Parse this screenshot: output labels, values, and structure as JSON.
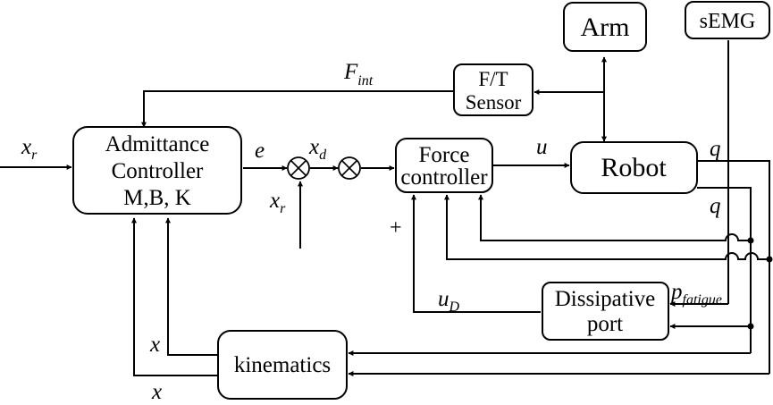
{
  "blocks": {
    "arm": "Arm",
    "semg": "sEMG",
    "ft_sensor": [
      "F/T",
      "Sensor"
    ],
    "admittance": [
      "Admittance",
      "Controller",
      "M,B, K"
    ],
    "force_controller": [
      "Force",
      "controller"
    ],
    "robot": "Robot",
    "dissipative": [
      "Dissipative",
      "port"
    ],
    "kinematics": "kinematics"
  },
  "signals": {
    "x_r_input": {
      "base": "x",
      "sub": "r"
    },
    "x_r_sum": {
      "base": "x",
      "sub": "r"
    },
    "f_int": {
      "base": "F",
      "sub": "int"
    },
    "e": "e",
    "x_d": {
      "base": "x",
      "sub": "d"
    },
    "u": "u",
    "q_top": "q",
    "q_bottom": "q",
    "plus": "+",
    "u_d": {
      "base": "u",
      "sub": "D"
    },
    "p_fatigue": {
      "base": "p",
      "sub": "fatigue"
    },
    "x_kin_upper": "x",
    "x_kin_lower": "x"
  }
}
